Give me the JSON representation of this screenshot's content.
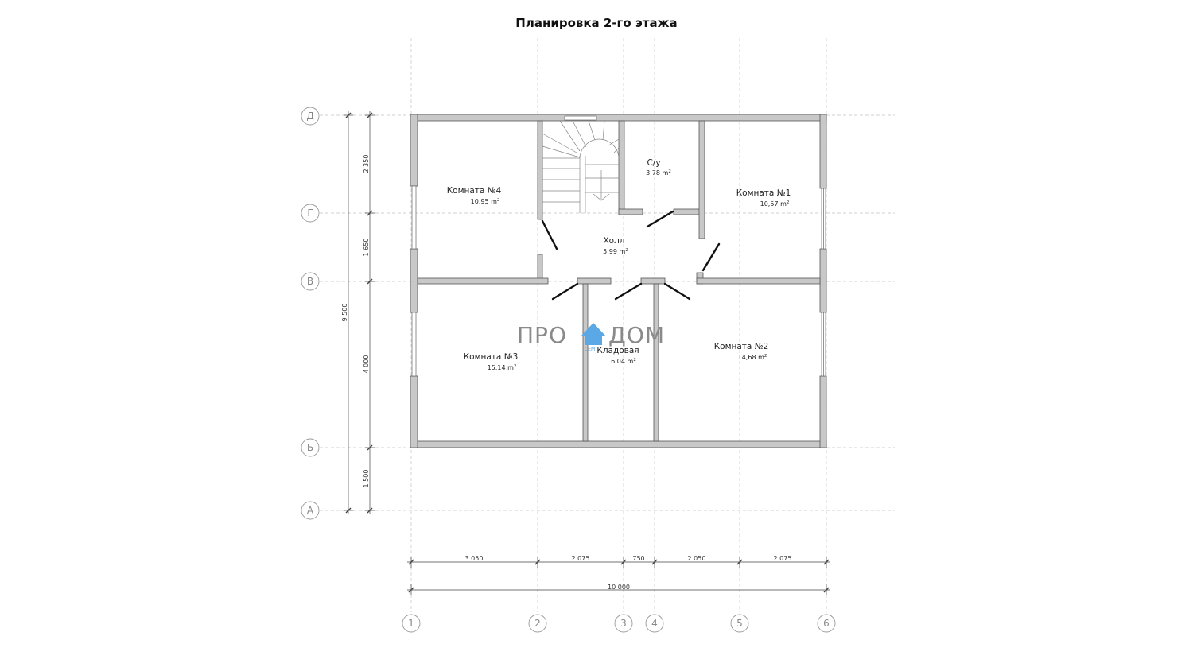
{
  "title": "Планировка 2-го этажа",
  "rooms": [
    {
      "id": "room4",
      "name": "Комната №4",
      "area": "10,95 m",
      "sup": "2"
    },
    {
      "id": "bath",
      "name": "С/у",
      "area": "3,78 m",
      "sup": "2"
    },
    {
      "id": "room1",
      "name": "Комната №1",
      "area": "10,57 m",
      "sup": "2"
    },
    {
      "id": "hall",
      "name": "Холл",
      "area": "5,99 m",
      "sup": "2"
    },
    {
      "id": "room3",
      "name": "Комната №3",
      "area": "15,14 m",
      "sup": "2"
    },
    {
      "id": "storage",
      "name": "Кладовая",
      "area": "6,04 m",
      "sup": "2"
    },
    {
      "id": "room2",
      "name": "Комната №2",
      "area": "14,68 m",
      "sup": "2"
    }
  ],
  "axes_rows": [
    "Д",
    "Г",
    "В",
    "Б",
    "А"
  ],
  "axes_cols": [
    "1",
    "2",
    "3",
    "4",
    "5",
    "6"
  ],
  "dims_horizontal": [
    "3 050",
    "2 075",
    "750",
    "2 050",
    "2 075"
  ],
  "dim_total_horizontal": "10 000",
  "dims_vertical": [
    "2 350",
    "1 650",
    "4 000",
    "1 500"
  ],
  "dim_total_vertical": "9 500",
  "logo": {
    "left": "ПРО",
    "right": "ДОМ",
    "small": "СЕМ"
  },
  "colors": {
    "wall_fill": "#c8c8c8",
    "wall_stroke": "#555555",
    "grid": "#bbbbbb",
    "axis": "#999999",
    "logo_blue": "#5aa9e6"
  }
}
